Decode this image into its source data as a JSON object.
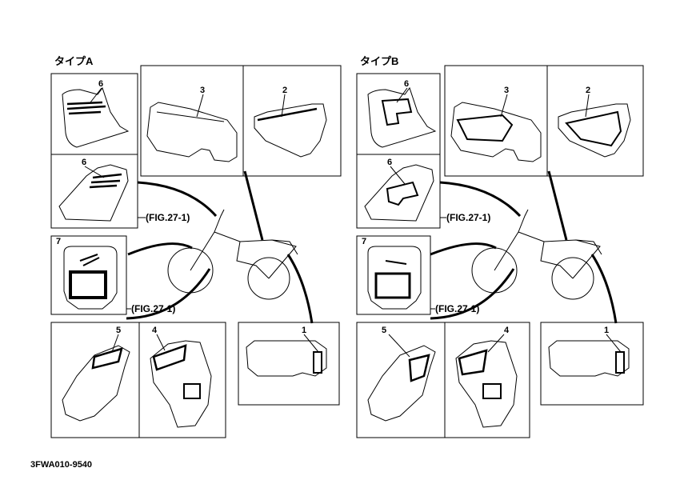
{
  "typeA": {
    "title": "タイプA",
    "callouts": {
      "p1": "1",
      "p2": "2",
      "p3": "3",
      "p4": "4",
      "p5": "5",
      "p6a": "6",
      "p6b": "6",
      "p7": "7"
    },
    "fig_ref_1": "(FIG.27-1)",
    "fig_ref_2": "(FIG.27-1)"
  },
  "typeB": {
    "title": "タイプB",
    "callouts": {
      "p1": "1",
      "p2": "2",
      "p3": "3",
      "p4": "4",
      "p5": "5",
      "p6a": "6",
      "p6b": "6",
      "p7": "7"
    },
    "fig_ref_1": "(FIG.27-1)",
    "fig_ref_2": "(FIG.27-1)"
  },
  "diagram_code": "3FWA010-9540"
}
